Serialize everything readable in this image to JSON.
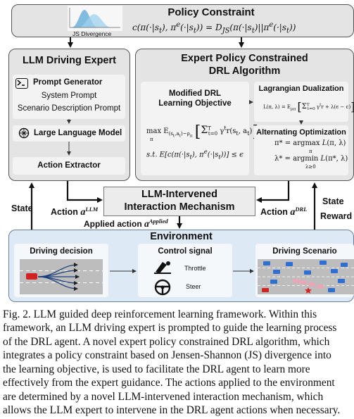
{
  "policy_constraint": {
    "title": "Policy Constraint",
    "js_label": "JS Divergence",
    "formula": "c(π(·|sₜ), πᵉ(·|sₜ)) = D_JS(π(·|sₜ)||πᵉ(·|sₜ))"
  },
  "llm_expert": {
    "title": "LLM Driving Expert",
    "prompt_generator": "Prompt Generator",
    "system_prompt": "System Prompt",
    "scenario_prompt": "Scenario Description Prompt",
    "llm": "Large Language Model",
    "action_extractor": "Action Extractor"
  },
  "drl": {
    "title_line1": "Expert Policy Constrained",
    "title_line2": "DRL Algorithm",
    "objective_title_line1": "Modified DRL",
    "objective_title_line2": "Learning Objective",
    "objective_eq1": "max E_(sₜ,aₜ)~ρ_π [ Σ_{t=0}^{T} γᵗ r(sₜ, aₜ) ]",
    "objective_eq2": "s.t. E[c(π(·|sₜ), πᵉ(·|sₜ))] ≤ ϵ",
    "lagrangian_title": "Lagrangian Dualization",
    "lagrangian_eq": "L(π, λ) = E_ρπ [ Σ_{t=0}^{T} γᵗ r + λ(ϵ − c) ]",
    "alternating_title": "Alternating Optimization",
    "alt_eq1": "π* = argmax L(π, λ)",
    "alt_eq1_sub": "π",
    "alt_eq2": "λ* = argmin L(π*, λ)",
    "alt_eq2_sub": "λ≥0"
  },
  "interaction": {
    "line1": "LLM-Intervened",
    "line2": "Interaction Mechanism"
  },
  "labels": {
    "state_left": "State",
    "action_llm": "Action",
    "action_llm_sup": "LLM",
    "action_drl": "Action",
    "action_drl_sup": "DRL",
    "applied_action": "Applied action",
    "applied_sup": "Applied",
    "state_right": "State",
    "reward_right": "Reward",
    "action_symbol": "a"
  },
  "environment": {
    "title": "Environment",
    "driving_decision": "Driving decision",
    "control_signal": "Control signal",
    "throttle": "Throttle",
    "steer": "Steer",
    "driving_scenario": "Driving Scenario"
  },
  "caption": {
    "lines": [
      "Fig. 2.   LLM guided deep reinforcement learning framework. Within this",
      "framework, an LLM driving expert is prompted to guide the learning process",
      "of the DRL agent. A novel expert policy constrained DRL algorithm, which",
      "integrates a policy constraint based on Jensen-Shannon (JS) divergence into",
      "the learning objective, is used to facilitate the DRL agent to learn more",
      "effectively from the expert guidance. The actions applied to the environment",
      "are determined by a novel LLM-intervened interaction mechanism, which",
      "allows the LLM expert to intervene in the DRL agent actions when necessary."
    ]
  },
  "colors": {
    "panel_gray": "#e4e4e4",
    "environment_blue": "#dde9f4",
    "sub_box": "#f3f3f3",
    "arrow": "#111111",
    "car_red": "#d22222",
    "car_blue": "#2f6fd1"
  }
}
